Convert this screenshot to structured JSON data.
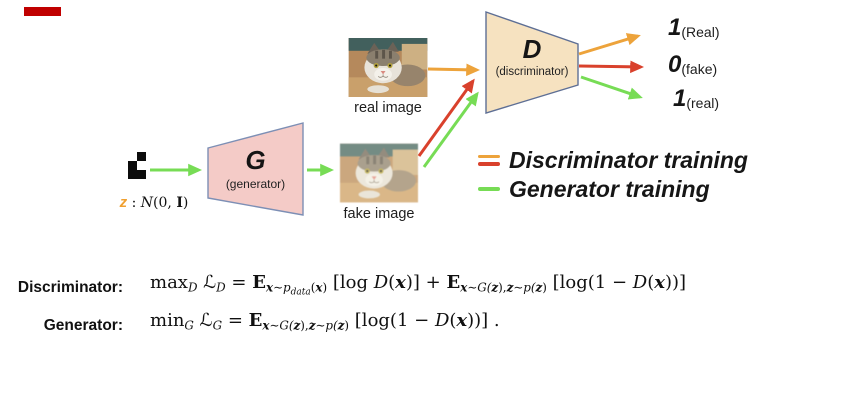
{
  "colors": {
    "accent_bar": "#c00000",
    "orange": "#eda33b",
    "red": "#d9412c",
    "green": "#77dc55",
    "generator_fill": "#f4cbc7",
    "generator_border": "#7d8fb5",
    "discriminator_fill": "#f6e2c0",
    "discriminator_border": "#5e6f95"
  },
  "diagram": {
    "noise_label_parts": [
      {
        "t": "z",
        "c": "zb"
      },
      {
        "t": " : ",
        "c": ""
      },
      {
        "t": "N",
        "c": "it"
      },
      {
        "t": "(0, ",
        "c": ""
      },
      {
        "t": "I",
        "c": "bb"
      },
      {
        "t": ")",
        "c": ""
      }
    ],
    "generator": {
      "symbol": "G",
      "caption": "(generator)"
    },
    "discriminator": {
      "symbol": "D",
      "caption": "(discriminator)"
    },
    "real_image": {
      "caption": "real image"
    },
    "fake_image": {
      "caption": "fake image"
    },
    "outputs": [
      {
        "value": "1",
        "tag": "(Real)"
      },
      {
        "value": "0",
        "tag": "(fake)"
      },
      {
        "value": "1",
        "tag": "(real)"
      }
    ],
    "legend": [
      {
        "label": "Discriminator training"
      },
      {
        "label": "Generator training"
      }
    ]
  },
  "equations": {
    "discriminator_label": "Discriminator:",
    "generator_label": "Generator:",
    "disc": [
      {
        "t": "max",
        "c": ""
      },
      {
        "t": "D",
        "c": "sub it"
      },
      {
        "t": " ℒ",
        "c": "cal"
      },
      {
        "t": "D",
        "c": "sub it"
      },
      {
        "t": " = ",
        "c": ""
      },
      {
        "t": "E",
        "c": "bb"
      },
      {
        "t": "x",
        "c": "sub bi"
      },
      {
        "t": "∼",
        "c": "sub"
      },
      {
        "t": "p",
        "c": "sub it"
      },
      {
        "t": "data",
        "c": "subsub"
      },
      {
        "t": "(",
        "c": "sub"
      },
      {
        "t": "x",
        "c": "sub bi"
      },
      {
        "t": ")",
        "c": "sub"
      },
      {
        "t": " [log ",
        "c": ""
      },
      {
        "t": "D",
        "c": "it"
      },
      {
        "t": "(",
        "c": ""
      },
      {
        "t": "x",
        "c": "bi"
      },
      {
        "t": ")] + ",
        "c": ""
      },
      {
        "t": "E",
        "c": "bb"
      },
      {
        "t": "x",
        "c": "sub bi"
      },
      {
        "t": "∼",
        "c": "sub"
      },
      {
        "t": "G(",
        "c": "sub it"
      },
      {
        "t": "z",
        "c": "sub bi"
      },
      {
        "t": "),",
        "c": "sub"
      },
      {
        "t": "z",
        "c": "sub bi"
      },
      {
        "t": "∼",
        "c": "sub"
      },
      {
        "t": "p(",
        "c": "sub it"
      },
      {
        "t": "z",
        "c": "sub bi"
      },
      {
        "t": ")",
        "c": "sub"
      },
      {
        "t": " [log(1 − ",
        "c": ""
      },
      {
        "t": "D",
        "c": "it"
      },
      {
        "t": "(",
        "c": ""
      },
      {
        "t": "x",
        "c": "bi"
      },
      {
        "t": "))]",
        "c": ""
      }
    ],
    "gen": [
      {
        "t": "min",
        "c": ""
      },
      {
        "t": "G",
        "c": "sub it"
      },
      {
        "t": " ℒ",
        "c": "cal"
      },
      {
        "t": "G",
        "c": "sub it"
      },
      {
        "t": " = ",
        "c": ""
      },
      {
        "t": "E",
        "c": "bb"
      },
      {
        "t": "x",
        "c": "sub bi"
      },
      {
        "t": "∼",
        "c": "sub"
      },
      {
        "t": "G(",
        "c": "sub it"
      },
      {
        "t": "z",
        "c": "sub bi"
      },
      {
        "t": "),",
        "c": "sub"
      },
      {
        "t": "z",
        "c": "sub bi"
      },
      {
        "t": "∼",
        "c": "sub"
      },
      {
        "t": "p(",
        "c": "sub it"
      },
      {
        "t": "z",
        "c": "sub bi"
      },
      {
        "t": ")",
        "c": "sub"
      },
      {
        "t": " [log(1 − ",
        "c": ""
      },
      {
        "t": "D",
        "c": "it"
      },
      {
        "t": "(",
        "c": ""
      },
      {
        "t": "x",
        "c": "bi"
      },
      {
        "t": "))] .",
        "c": ""
      }
    ]
  }
}
